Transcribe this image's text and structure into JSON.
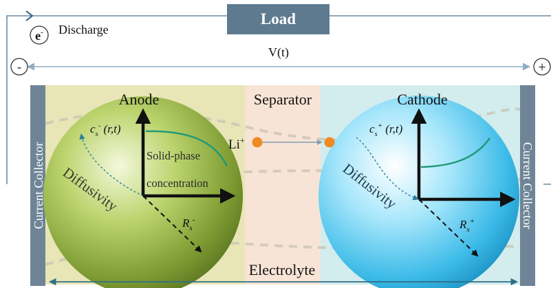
{
  "load_label": "Load",
  "electron_symbol": "e",
  "electron_charge": "-",
  "discharge_label": "Discharge",
  "voltage_label": "V(t)",
  "negative_terminal": "-",
  "positive_terminal": "+",
  "anode_label": "Anode",
  "separator_label": "Separator",
  "cathode_label": "Cathode",
  "left_collector_label": "Current Collector",
  "right_collector_label": "Current Collector",
  "anode_conc_symbol": "c",
  "anode_conc_sub": "s",
  "anode_conc_sup": "-",
  "anode_conc_args": "(r,t)",
  "cathode_conc_symbol": "c",
  "cathode_conc_sub": "s",
  "cathode_conc_sup": "+",
  "cathode_conc_args": "(r,t)",
  "anode_radius_symbol": "R",
  "anode_radius_sub": "s",
  "anode_radius_sup": "-",
  "cathode_radius_symbol": "R",
  "cathode_radius_sub": "s",
  "cathode_radius_sup": "+",
  "solid_phase_line1": "Solid-phase",
  "solid_phase_line2": "concentration",
  "anode_diffusivity": "Diffusivity",
  "cathode_diffusivity": "Diffusivity",
  "li_ion_symbol": "Li",
  "li_ion_charge": "+",
  "electrolyte_label": "Electrolyte",
  "colors": {
    "load_box": "#5d7a8f",
    "circuit_wire": "#6a8aa6",
    "anode_region": "#e8e6b6",
    "separator_region": "#f8e4d6",
    "cathode_region": "#d3ecee",
    "collector": "#6f8597",
    "anode_particle": "#9bb84a",
    "cathode_particle": "#4fc6ee",
    "li_ion": "#f08a22",
    "concentration_curve": "#1f9a78",
    "electrolyte_arrow": "#2f6f86"
  }
}
